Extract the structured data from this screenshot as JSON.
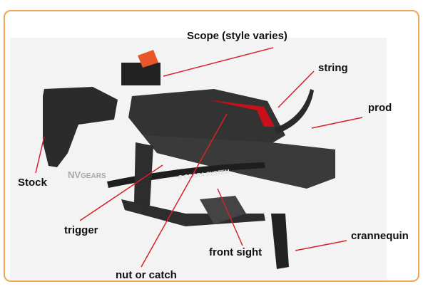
{
  "title": "Crossbow parts diagram",
  "watermark": {
    "prefix": "NV",
    "suffix": "GEARS"
  },
  "limb_text": "R COBRA SYSTEM",
  "labels": {
    "scope": "Scope (style varies)",
    "string": "string",
    "prod": "prod",
    "stock": "Stock",
    "trigger": "trigger",
    "front_sight": "front sight",
    "nut": "nut or catch",
    "crannequin": "crannequin"
  },
  "colors": {
    "frame": "#eea656",
    "leader": "#d8202a",
    "accent": "#c8101a"
  }
}
